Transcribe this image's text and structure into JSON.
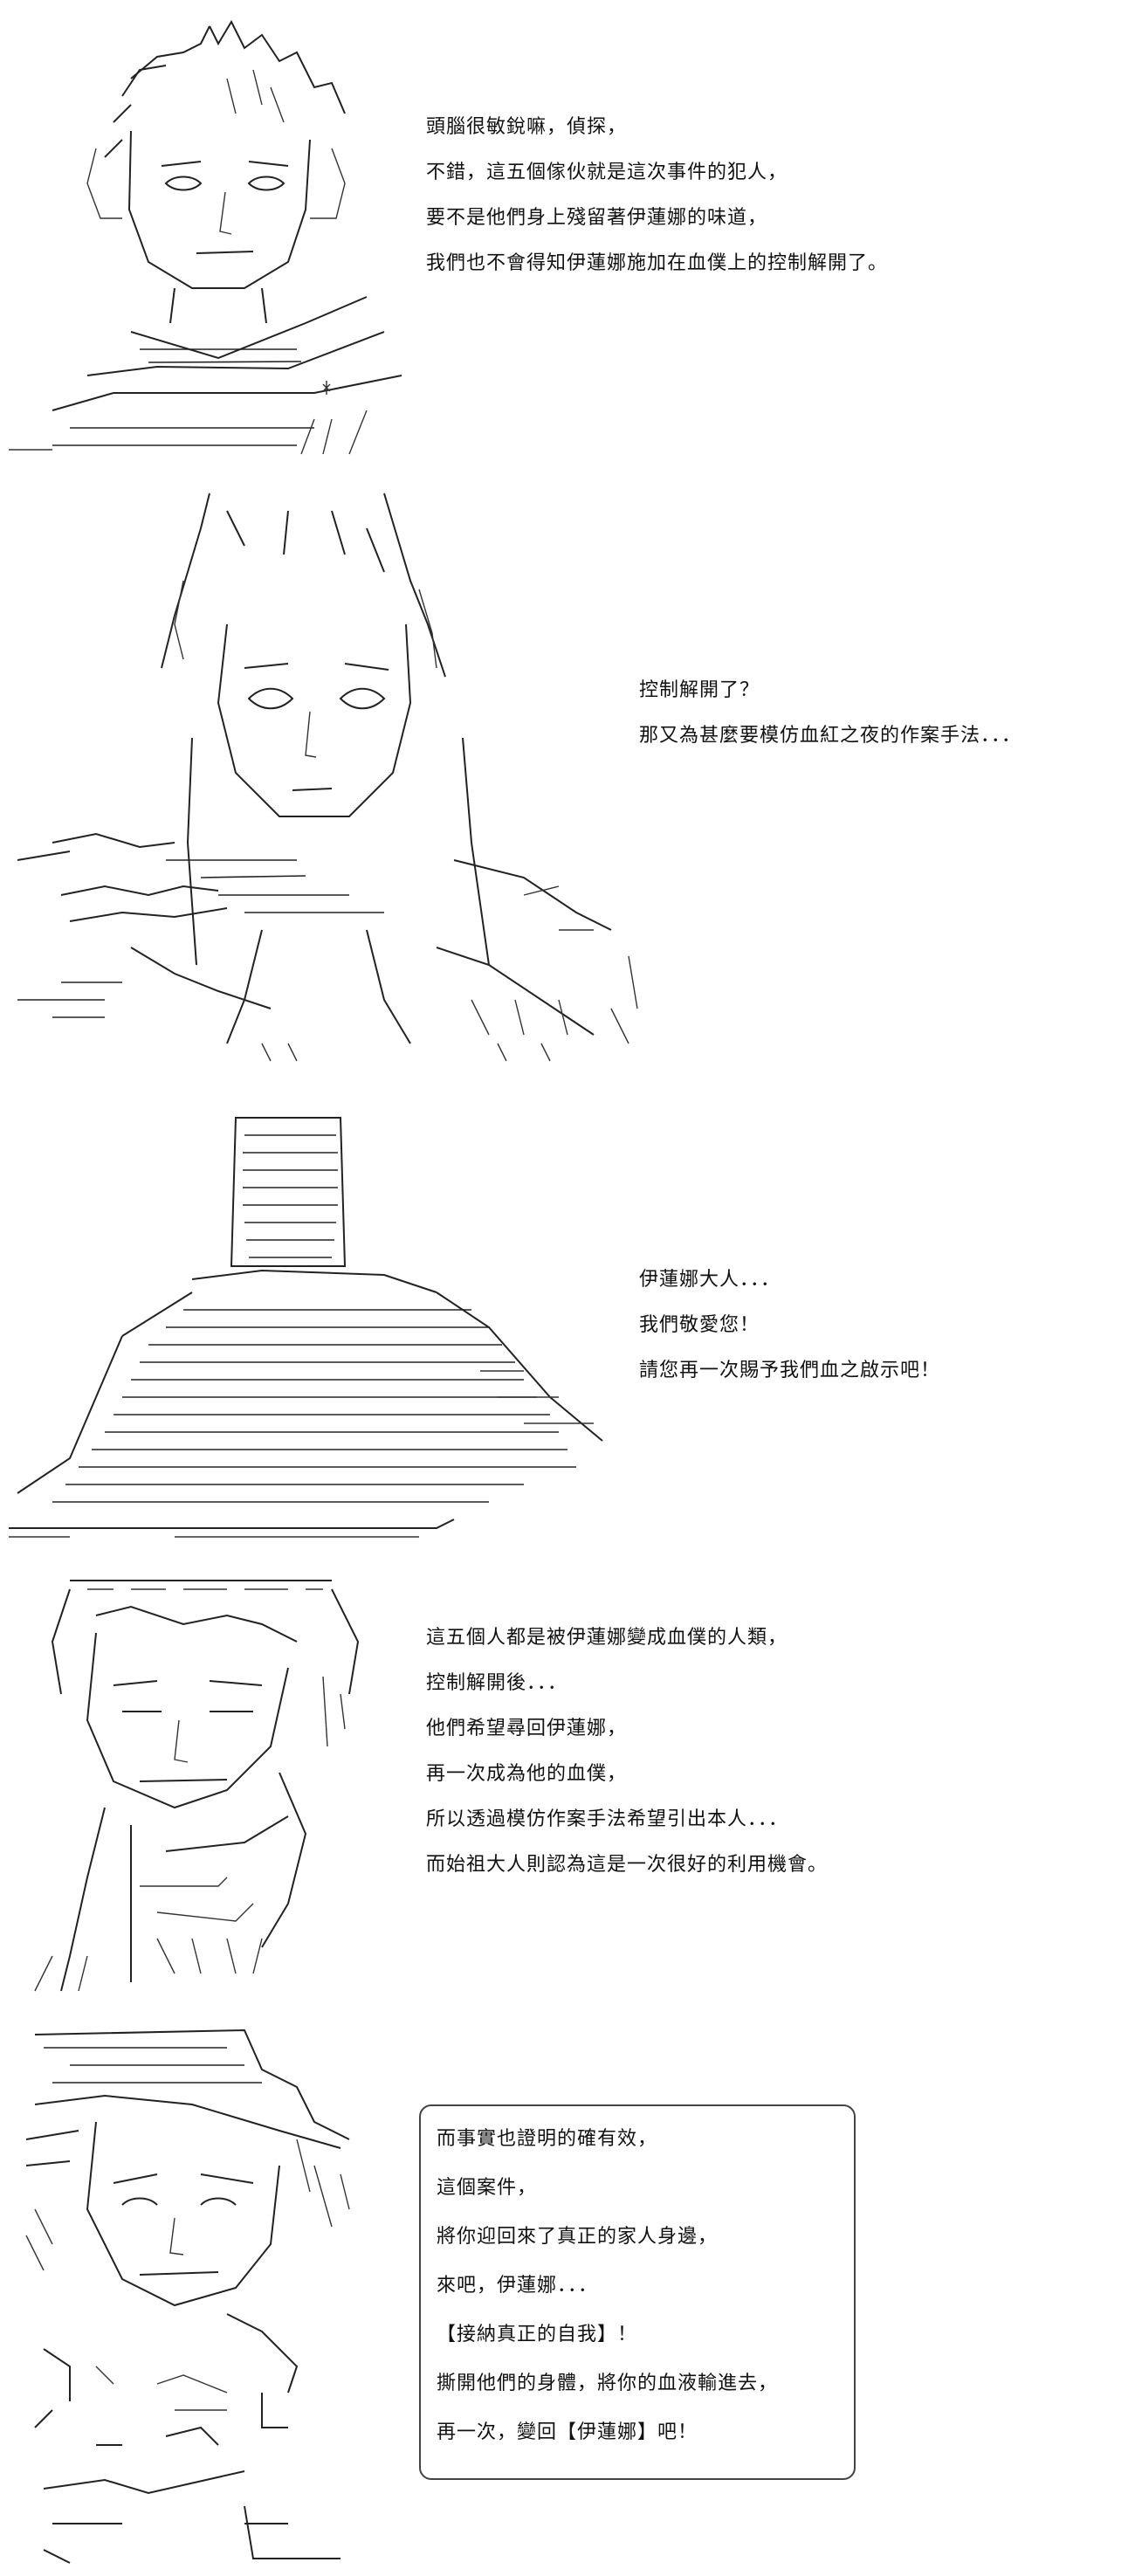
{
  "panels": [
    {
      "id": "panel-1",
      "lines": [
        "頭腦很敏銳嘛，偵探，",
        "不錯，這五個傢伙就是這次事件的犯人，",
        "要不是他們身上殘留著伊蓮娜的味道，",
        "我們也不會得知伊蓮娜施加在血僕上的控制解開了。"
      ]
    },
    {
      "id": "panel-2",
      "lines": [
        "控制解開了？",
        "那又為甚麼要模仿血紅之夜的作案手法．．．"
      ]
    },
    {
      "id": "panel-3",
      "lines": [
        "伊蓮娜大人．．．",
        "我們敬愛您！",
        "請您再一次賜予我們血之啟示吧！"
      ]
    },
    {
      "id": "panel-4",
      "lines": [
        "這五個人都是被伊蓮娜變成血僕的人類，",
        "控制解開後．．．",
        "他們希望尋回伊蓮娜，",
        "再一次成為他的血僕，",
        "所以透過模仿作案手法希望引出本人．．．",
        "而始祖大人則認為這是一次很好的利用機會。"
      ]
    },
    {
      "id": "panel-5",
      "lines": [
        "而事實也證明的確有效，",
        "這個案件，",
        "將你迎回來了真正的家人身邊，",
        "來吧，伊蓮娜．．．",
        "【接納真正的自我】！",
        "撕開他們的身體，將你的血液輸進去，",
        "再一次，變回【伊蓮娜】吧！"
      ]
    }
  ]
}
